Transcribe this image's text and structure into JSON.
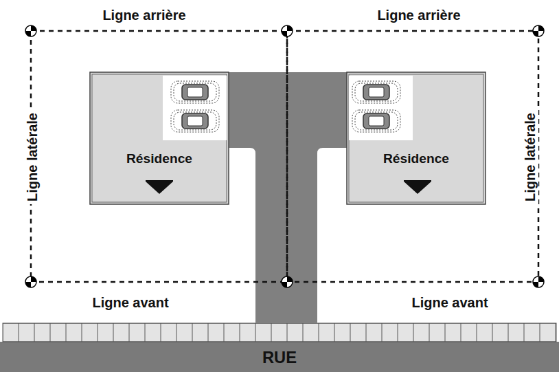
{
  "diagram": {
    "nodes": [
      {
        "text": [
          "Résidence"
        ]
      },
      {
        "text": [
          "Résidence"
        ]
      },
      {
        "text": [
          "RUE"
        ]
      }
    ],
    "labels": [
      "Ligne arrière",
      "Ligne arrière",
      "Ligne latérale",
      "Ligne latérale",
      "Ligne avant",
      "Ligne avant"
    ]
  }
}
